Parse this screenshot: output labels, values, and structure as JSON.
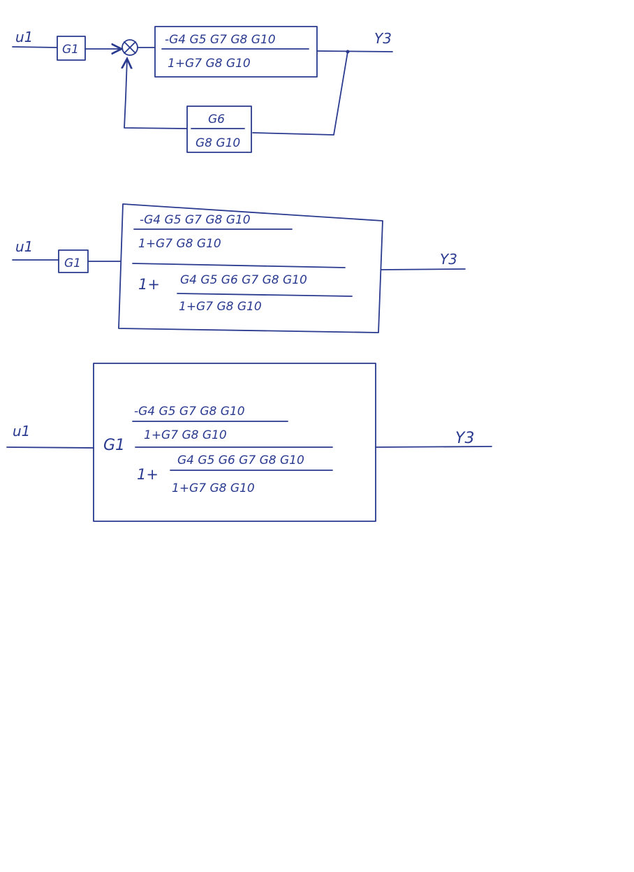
{
  "diagram1": {
    "input": "u1",
    "output": "Y3",
    "g1": "G1",
    "forward_num": "-G4 G5 G7 G8 G10",
    "forward_den": "1+G7 G8 G10",
    "feedback_num": "G6",
    "feedback_den": "G8 G10"
  },
  "diagram2": {
    "input": "u1",
    "output": "Y3",
    "g1": "G1",
    "inner_num": "-G4 G5 G7 G8 G10",
    "inner_den": "1+G7 G8 G10",
    "one_plus": "1+",
    "sub_num": "G4 G5 G6 G7 G8 G10",
    "sub_den": "1+G7 G8 G10"
  },
  "diagram3": {
    "input": "u1",
    "output": "Y3",
    "g1": "G1",
    "inner_num": "-G4 G5 G7 G8 G10",
    "inner_den": "1+G7 G8 G10",
    "one_plus": "1+",
    "sub_num": "G4 G5 G6 G7 G8 G10",
    "sub_den": "1+G7 G8 G10"
  },
  "colors": {
    "ink": "#2a3a8f",
    "paper": "#ffffff"
  }
}
